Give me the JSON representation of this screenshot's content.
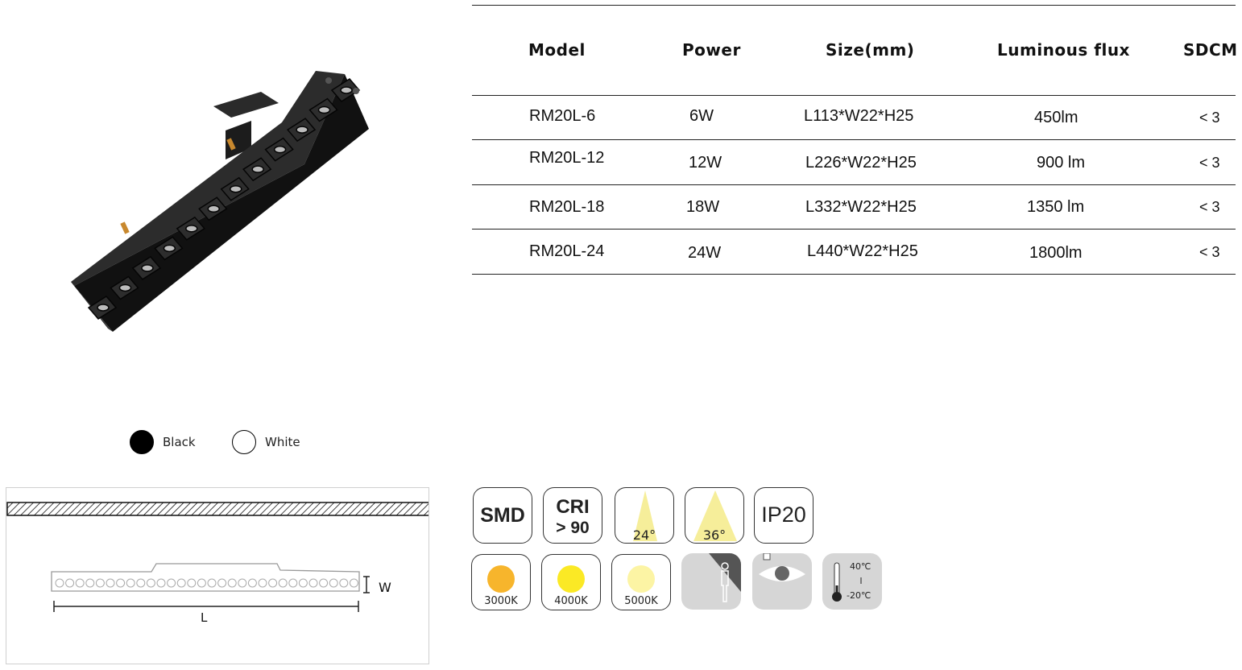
{
  "colors": {
    "ink": "#222222",
    "led_3000k": "#F7B52C",
    "led_4000k": "#FBE925",
    "led_5000k": "#FCF4A4",
    "beam_fill": "#F6EE9A",
    "icon_grey": "#D6D6D6"
  },
  "spec_table": {
    "headers": [
      "Model",
      "Power",
      "Size(mm)",
      "Luminous flux",
      "SDCM"
    ],
    "rows": [
      [
        "RM20L-6",
        "6W",
        "L113*W22*H25",
        "450lm",
        "< 3"
      ],
      [
        "RM20L-12",
        "12W",
        "L226*W22*H25",
        "900 lm",
        "< 3"
      ],
      [
        "RM20L-18",
        "18W",
        "L332*W22*H25",
        "1350 lm",
        "< 3"
      ],
      [
        "RM20L-24",
        "24W",
        "L440*W22*H25",
        "1800lm",
        "< 3"
      ]
    ]
  },
  "color_options": [
    {
      "label": "Black",
      "swatch": "#000000"
    },
    {
      "label": "White",
      "swatch": "#ffffff"
    }
  ],
  "dimension": {
    "width_label": "W",
    "length_label": "L"
  },
  "features": {
    "smd": "SMD",
    "cri_line1": "CRI",
    "cri_line2": "> 90",
    "beam_narrow": "24°",
    "beam_wide": "36°",
    "ip": "IP20",
    "cct": [
      "3000K",
      "4000K",
      "5000K"
    ],
    "temp_max": "40℃",
    "temp_min": "-20℃"
  }
}
